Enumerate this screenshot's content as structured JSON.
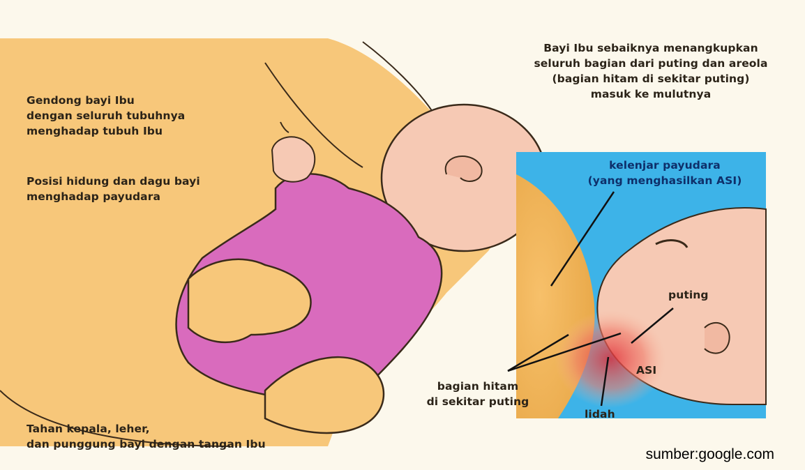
{
  "labels": {
    "hold_line1": "Gendong bayi Ibu",
    "hold_line2": "dengan seluruh tubuhnya",
    "hold_line3": "menghadap tubuh Ibu",
    "nose_line1": "Posisi hidung dan dagu bayi",
    "nose_line2": "menghadap payudara",
    "latch_line1": "Bayi Ibu sebaiknya menangkupkan",
    "latch_line2": "seluruh bagian dari puting dan areola",
    "latch_line3": "(bagian hitam di sekitar puting)",
    "latch_line4": "masuk ke mulutnya",
    "gland_line1": "kelenjar payudara",
    "gland_line2": "(yang menghasilkan ASI)",
    "nipple": "puting",
    "milk": "ASI",
    "areola_line1": "bagian hitam",
    "areola_line2": "di sekitar puting",
    "tongue": "lidah",
    "support_line1": "Tahan kepala, leher,",
    "support_line2": "dan punggung bayi dengan tangan Ibu"
  },
  "source": "sumber:google.com",
  "colors": {
    "background": "#fcf8ec",
    "skin": "#f7c77a",
    "baby_skin": "#f6c9b4",
    "onesie": "#d96bbd",
    "inset_blue": "#3db3e8",
    "outline": "#3a2a1a"
  }
}
